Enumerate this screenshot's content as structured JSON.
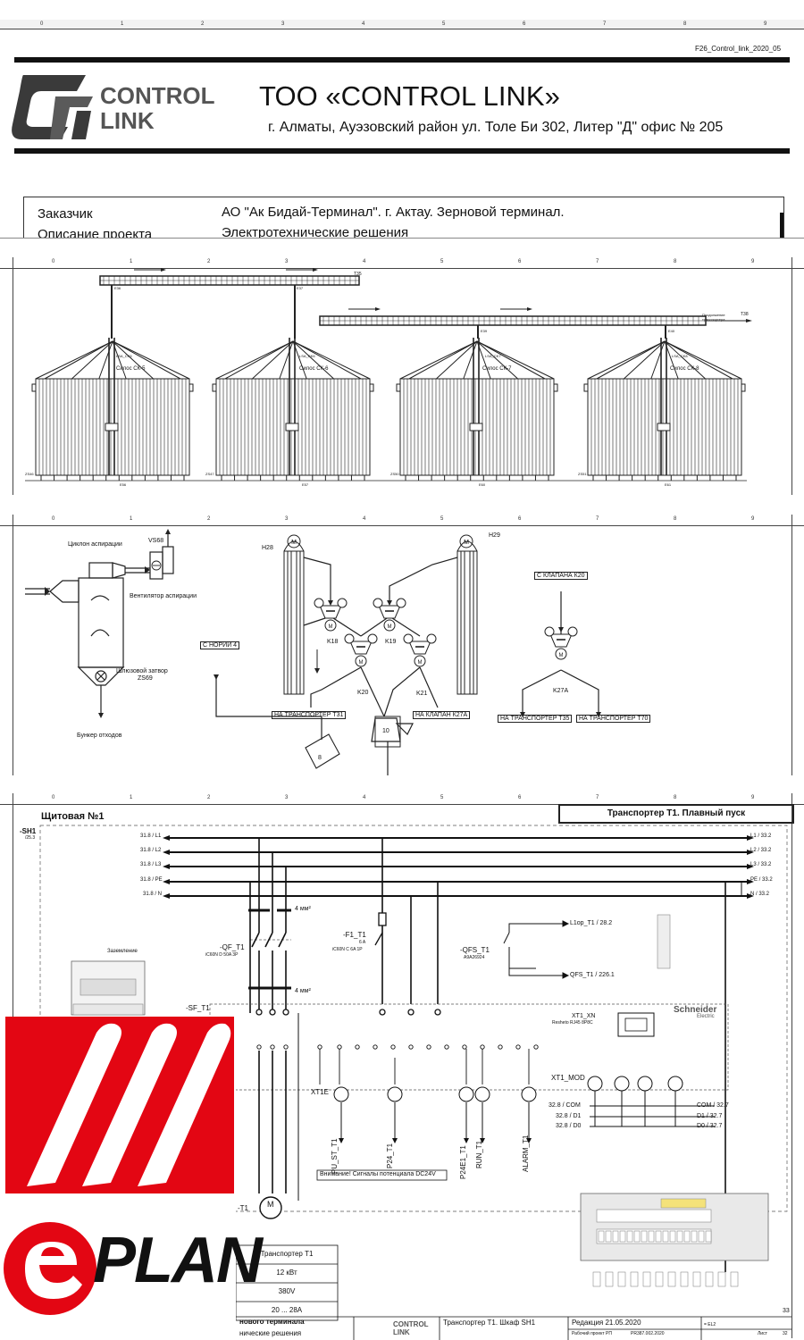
{
  "sheet1": {
    "doc_code": "F26_Control_link_2020_05",
    "logo_line1": "CONTROL",
    "logo_line2": "LINK",
    "company": "ТОО «CONTROL LINK»",
    "address": "г. Алматы, Ауэзовский район ул. Толе Би 302, Литер \"Д\" офис № 205",
    "customer_label": "Заказчик",
    "customer_value": "АО \"Ак Бидай-Терминал\". г. Актау. Зерновой терминал.",
    "desc_label": "Описание проекта",
    "desc_value": "Электротехнические решения"
  },
  "ruler": [
    "0",
    "1",
    "2",
    "3",
    "4",
    "5",
    "6",
    "7",
    "8",
    "9"
  ],
  "sheet2": {
    "silos": [
      {
        "name": "Силос СК-5",
        "lsa": "LSA_CK5",
        "top": "E36",
        "bottom": "E56",
        "zs": "ZS46"
      },
      {
        "name": "Силос СК-6",
        "lsa": "LSA_CK6",
        "top": "E37",
        "bottom": "E57",
        "zs": "ZS47"
      },
      {
        "name": "Силос СК-7",
        "lsa": "LSA_CK7",
        "top": "E39",
        "bottom": "E60",
        "zs": "ZS50"
      },
      {
        "name": "Силос СК-8",
        "lsa": "LSA_CK8",
        "top": "E40",
        "bottom": "E61",
        "zs": "ZS51"
      }
    ],
    "t35": "T35",
    "t38": "T38",
    "cont_label": "Продолжение транспортера"
  },
  "sheet3": {
    "cyclone": "Циклон аспирации",
    "vs": "VS68",
    "fan": "Вентилятор аспирации",
    "gate": "Шлюзовой затвор",
    "zs": "ZS69",
    "bunker": "Бункер отходов",
    "from_noria": "С НОРИИ 4",
    "h28": "H28",
    "h29": "H29",
    "k18": "K18",
    "k19": "K19",
    "k20": "K20",
    "k21": "K21",
    "k27a": "K27A",
    "from_valve": "С КЛАПАНА К20",
    "to_t31": "НА ТРАНСПОРТЕР Т31",
    "to_k27a": "НА КЛАПАН К27А",
    "to_t35": "НА ТРАНСПОРТЕР Т35",
    "to_t70": "НА ТРАНСПОРТЕР Т70",
    "n10": "10",
    "n8": "8"
  },
  "sheet4": {
    "panel": "Щитовая №1",
    "title": "Транспортер Т1. Плавный пуск",
    "sh1": "-SH1",
    "sh1_ref": "/25.3",
    "buses_left": [
      "31.8 / L1",
      "31.8 / L2",
      "31.8 / L3",
      "31.8 / PE",
      "31.8 / N"
    ],
    "buses_right": [
      "L1 / 33.2",
      "L2 / 33.2",
      "L3 / 33.2",
      "PE / 33.2",
      "N / 33.2"
    ],
    "wire4mm": "4 мм²",
    "qf": "-QF_T1",
    "qf_type": "iC60N D 50A 3P",
    "f1": "-F1_T1",
    "f1_type": "iC60N C 6A 1P",
    "f1_amp": "6 A",
    "qfs": "-QFS_T1",
    "qfs_type": "A9A26924",
    "l1op": "L1op_T1 / 28.2",
    "qfs_out": "QFS_T1 / 226.1",
    "grounding": "Заземление",
    "sf": "-SF_T1",
    "xt1xn": "XT1_XN",
    "resheto": "Resheto RJ45 8P8C",
    "schneider": "Schneider",
    "electric": "Electric",
    "xt1e": "XT1E",
    "xt1mod": "XT1_MOD",
    "com": "COM / 32.7",
    "d1": "D1 / 32.7",
    "d0": "D0 / 32.7",
    "com_l": "32.8 / COM",
    "d1_l": "32.8 / D1",
    "d0_l": "32.8 / D0",
    "warning": "Внимание! Сигналы потенциала DC24V",
    "outputs": [
      "PU_ST_T1",
      "P24_T1",
      "P24E1_T1",
      "RUN_T1",
      "ALARM_T1"
    ],
    "motor": "-T1",
    "motor_sym": "M",
    "table": [
      "Транспортер Т1",
      "12 кВт",
      "380V",
      "20 ... 28A"
    ],
    "footer_left1": "нового терминала",
    "footer_left2": "нические решения",
    "footer_mid": "Транспортер Т1. Шкаф SH1",
    "revision": "Редакция 21.05.2020",
    "project": "Рабочий проект РП",
    "project_code": "PR387.002.2020",
    "el2": "= EL2",
    "sheet_label": "Лист",
    "sheet_no": "32",
    "page_no": "33"
  },
  "eplan": {
    "text": "PLAN",
    "e": "e"
  },
  "colors": {
    "red": "#e30613",
    "black": "#111111"
  }
}
